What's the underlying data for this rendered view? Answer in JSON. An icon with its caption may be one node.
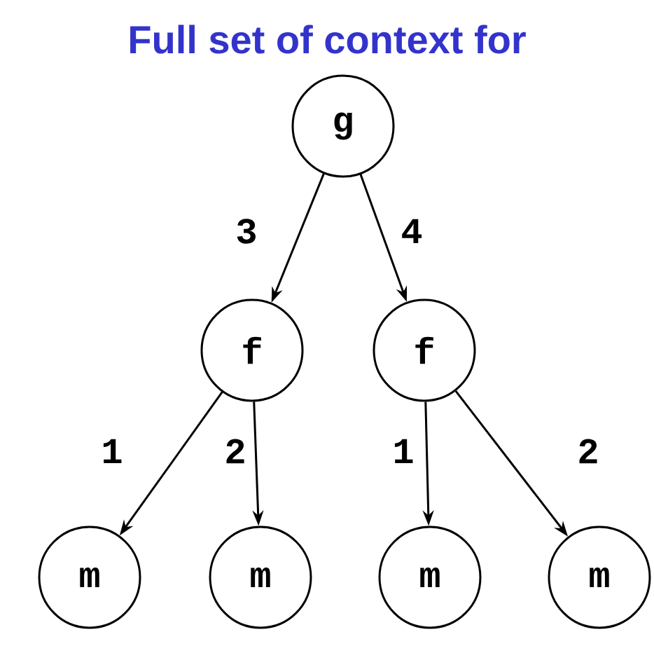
{
  "diagram": {
    "title": "Full set of context for",
    "nodes": [
      {
        "text": [
          "g"
        ]
      },
      {
        "text": [
          "f"
        ]
      },
      {
        "text": [
          "f"
        ]
      },
      {
        "text": [
          "m"
        ]
      },
      {
        "text": [
          "m"
        ]
      },
      {
        "text": [
          "m"
        ]
      },
      {
        "text": [
          "m"
        ]
      }
    ],
    "edges": [
      {
        "from": 0,
        "to": 1,
        "arrow": "to",
        "label": "3"
      },
      {
        "from": 0,
        "to": 2,
        "arrow": "to",
        "label": "4"
      },
      {
        "from": 1,
        "to": 3,
        "arrow": "to",
        "label": "1"
      },
      {
        "from": 1,
        "to": 4,
        "arrow": "to",
        "label": "2"
      },
      {
        "from": 2,
        "to": 5,
        "arrow": "to",
        "label": "1"
      },
      {
        "from": 2,
        "to": 6,
        "arrow": "to",
        "label": "2"
      }
    ]
  }
}
